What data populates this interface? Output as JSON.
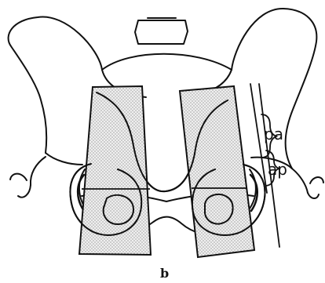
{
  "diagram": {
    "labels": {
      "pa": "pa",
      "ap": "ap"
    },
    "caption": "b"
  }
}
